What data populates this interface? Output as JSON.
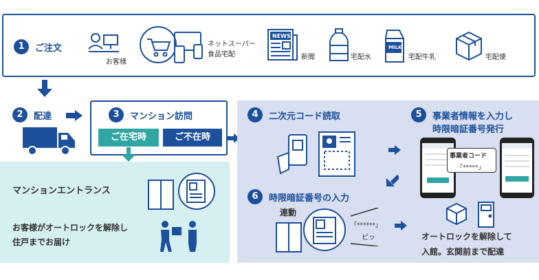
{
  "step1": {
    "num": "1",
    "label": "ご注文"
  },
  "order_icons": [
    {
      "label": "お客様",
      "icon": "customer-pc-icon"
    },
    {
      "label_line1": "ネットスーパー",
      "label_line2": "食品宅配",
      "icon": "shopping-cart-devices-icon"
    },
    {
      "label": "新聞",
      "icon": "newspaper-icon",
      "badge": "NEWS"
    },
    {
      "label": "宅配水",
      "icon": "water-bottle-icon"
    },
    {
      "label": "宅配牛乳",
      "icon": "milk-carton-icon",
      "badge": "MILK"
    },
    {
      "label": "宅配便",
      "icon": "parcel-box-icon"
    }
  ],
  "step2": {
    "num": "2",
    "label": "配達"
  },
  "step3": {
    "num": "3",
    "label": "マンション訪問",
    "home": "ご在宅時",
    "away": "ご不在時"
  },
  "home_panel": {
    "entrance": "マンションエントランス",
    "unlock_line1": "お客様がオートロックを解除し",
    "unlock_line2": "住戸までお届け"
  },
  "step4": {
    "num": "4",
    "label": "二次元コード読取"
  },
  "step5": {
    "num": "5",
    "label_line1": "事業者情報を入力し",
    "label_line2": "時限暗証番号発行",
    "bubble_line1": "事業者コード",
    "bubble_line2": "「*****」"
  },
  "step6": {
    "num": "6",
    "label": "時限暗証番号の入力",
    "linked": "連動",
    "code": "「******」",
    "beep": "ピッ"
  },
  "result": {
    "line1": "オートロックを解除して",
    "line2": "入館。玄関前まで配達"
  },
  "colors": {
    "brand": "#1c4f9c",
    "teal": "#2fa6a3",
    "light_teal": "#d6eff1",
    "light_blue": "#d8dff0"
  }
}
